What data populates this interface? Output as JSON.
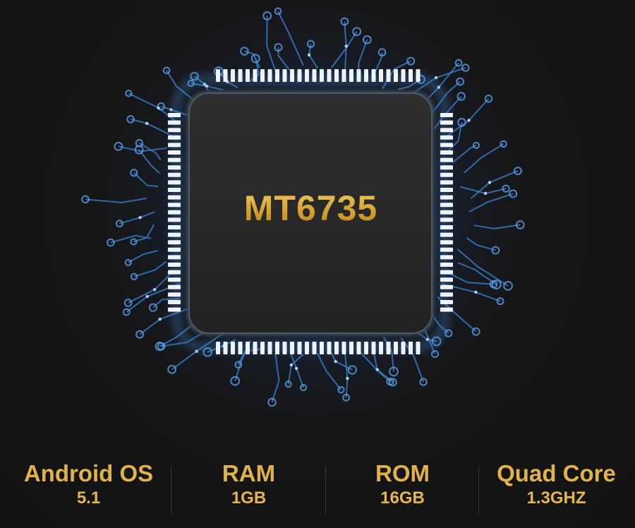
{
  "chip": {
    "model": "MT6735"
  },
  "specs": [
    {
      "name": "Android OS",
      "value": "5.1"
    },
    {
      "name": "RAM",
      "value": "1GB"
    },
    {
      "name": "ROM",
      "value": "16GB"
    },
    {
      "name": "Quad Core",
      "value": "1.3GHZ"
    }
  ],
  "colors": {
    "background": "#141414",
    "chip_body": "#2a2a2a",
    "glow": "#2f7fd8",
    "pins": "#e8eef6",
    "gold": "#e0b24a"
  },
  "icons": [
    "processor-chip-icon"
  ]
}
